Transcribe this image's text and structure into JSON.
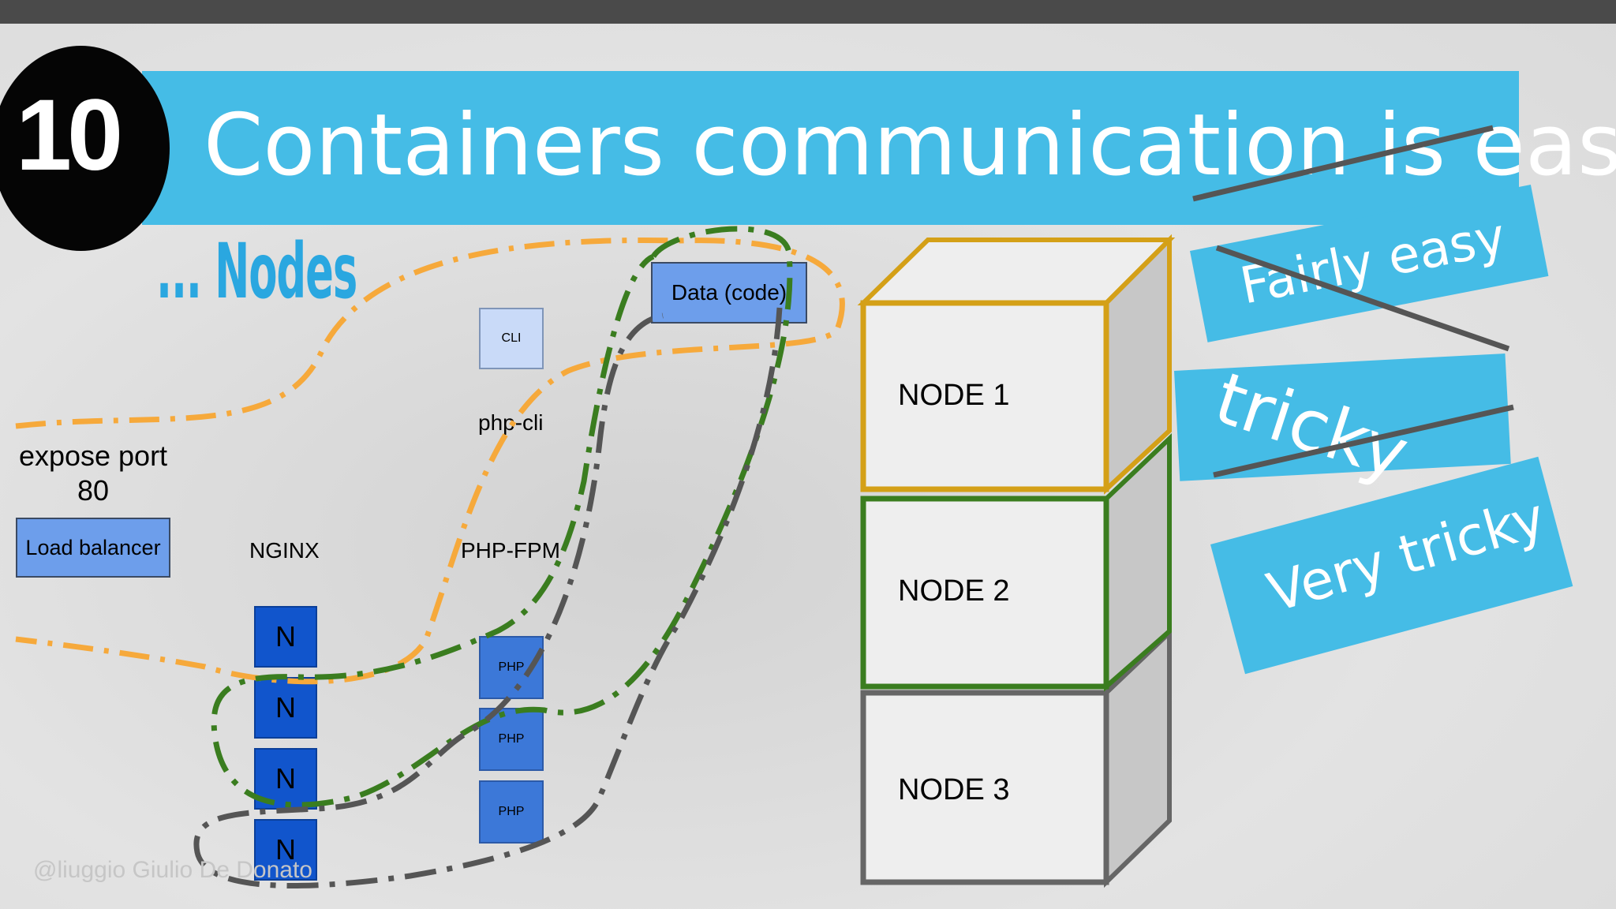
{
  "slide": {
    "number": "10",
    "title": "Containers communication is easy",
    "subtitle": "... Nodes",
    "watermark": "@liuggio Giulio De Donato"
  },
  "left_diagram": {
    "expose_label": "expose port 80",
    "load_balancer": "Load balancer",
    "nginx_label": "NGINX",
    "phpfpm_label": "PHP-FPM",
    "phpcli_label": "php-cli",
    "cli_box": "CLI",
    "data_box": "Data (code)",
    "nginx_containers": [
      "N",
      "N",
      "N",
      "N"
    ],
    "php_containers": [
      "PHP",
      "PHP",
      "PHP"
    ]
  },
  "nodes": [
    {
      "label": "NODE 1",
      "color": "#d4a017"
    },
    {
      "label": "NODE 2",
      "color": "#3a7d1f"
    },
    {
      "label": "NODE 3",
      "color": "#666666"
    }
  ],
  "callouts": {
    "fairly_easy": "Fairly easy",
    "tricky": "tricky",
    "very_tricky": "Very tricky"
  },
  "colors": {
    "accent_blue": "#45bce6",
    "orange_route": "#f6a93b",
    "green_route": "#3a7d1f",
    "gray_route": "#555555"
  }
}
